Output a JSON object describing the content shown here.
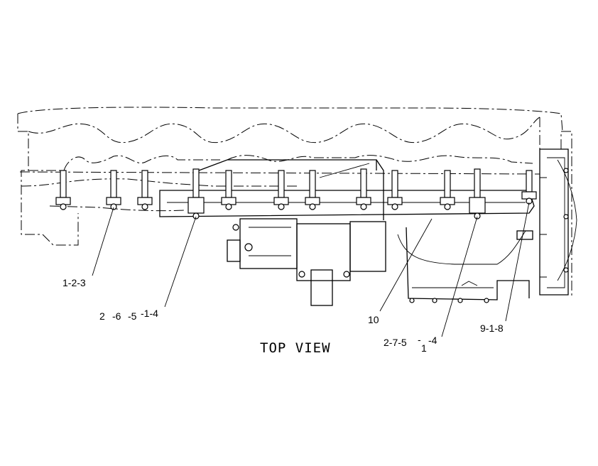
{
  "view_title": "TOP VIEW",
  "callouts": {
    "c1": "1-2-3",
    "c2a": "2",
    "c2b": "-6",
    "c2c": "-5",
    "c2d": "-1-4",
    "c3": "10",
    "c4a": "2-7-5",
    "c4b": "-",
    "c4c": "1",
    "c4d": "-4",
    "c5": "9-1-8"
  },
  "colors": {
    "ink": "#000000",
    "paper": "#ffffff"
  }
}
